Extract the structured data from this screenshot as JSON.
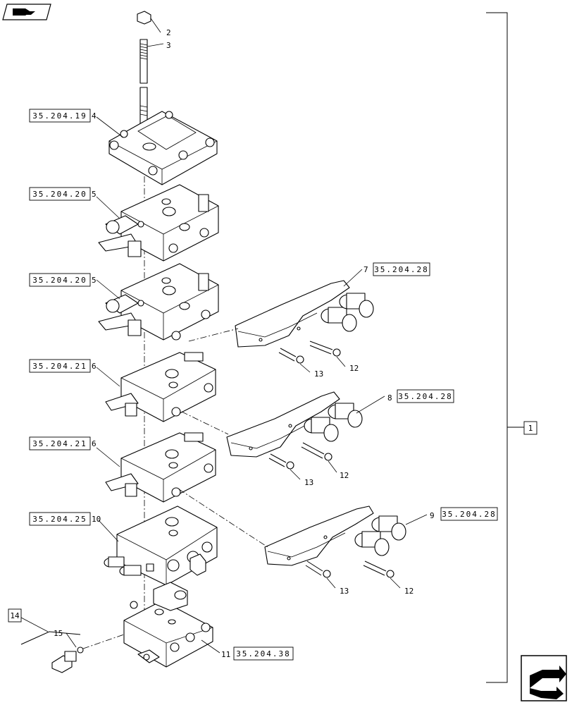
{
  "nav": {
    "back_icon": "back-arrow-icon",
    "forward_icon": "forward-arrow-icon"
  },
  "labels": {
    "l1": "1",
    "l2": "2",
    "l3": "3",
    "l4": "4",
    "l5a": "5",
    "l5b": "5",
    "l6a": "6",
    "l6b": "6",
    "l7": "7",
    "l8": "8",
    "l9": "9",
    "l10": "10",
    "l11": "11",
    "l12a": "12",
    "l12b": "12",
    "l12c": "12",
    "l13a": "13",
    "l13b": "13",
    "l13c": "13",
    "l14": "14",
    "l15": "15"
  },
  "refs": {
    "r4": "35.204.19",
    "r5a": "35.204.20",
    "r5b": "35.204.20",
    "r6a": "35.204.21",
    "r6b": "35.204.21",
    "r10": "35.204.25",
    "r7": "35.204.28",
    "r8": "35.204.28",
    "r9": "35.204.28",
    "r11": "35.204.38"
  }
}
